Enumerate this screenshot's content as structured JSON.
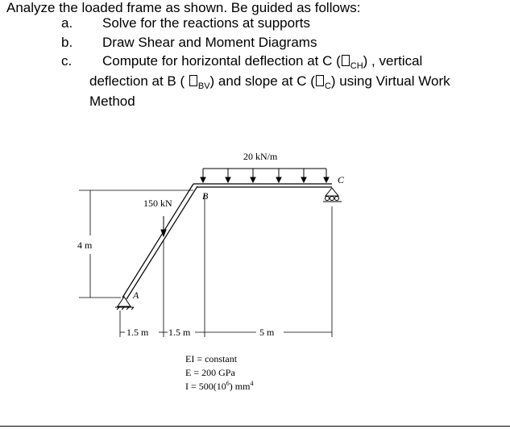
{
  "problem": {
    "intro": "Analyze the loaded frame as shown. Be guided as follows:",
    "items": [
      {
        "marker": "a.",
        "text": "Solve for the reactions at supports"
      },
      {
        "marker": "b.",
        "text": "Draw Shear and Moment Diagrams"
      },
      {
        "marker": "c.",
        "text": "Compute for horizontal deflection at C ("
      }
    ],
    "c_sub_1": "CH",
    "c_after_1": ") , vertical",
    "c_line2_prefix": "deflection at B (",
    "c_sub_2": "BV",
    "c_line2_mid": ") and slope at C (",
    "c_sub_3": "C",
    "c_line2_suffix": ") using Virtual Work",
    "c_line3": "Method"
  },
  "figure": {
    "load_udl": "20 kN/m",
    "load_point": "150 kN",
    "label_A": "A",
    "label_B": "B",
    "label_C": "C",
    "dim_height": "4 m",
    "dim_1": "1.5 m",
    "dim_2": "1.5 m",
    "dim_3": "5 m",
    "prop_1": "EI = constant",
    "prop_2": "E = 200 GPa",
    "prop_3_prefix": "I = 500(10",
    "prop_3_exp": "6",
    "prop_3_suffix": ") mm",
    "prop_3_unit_exp": "4"
  }
}
